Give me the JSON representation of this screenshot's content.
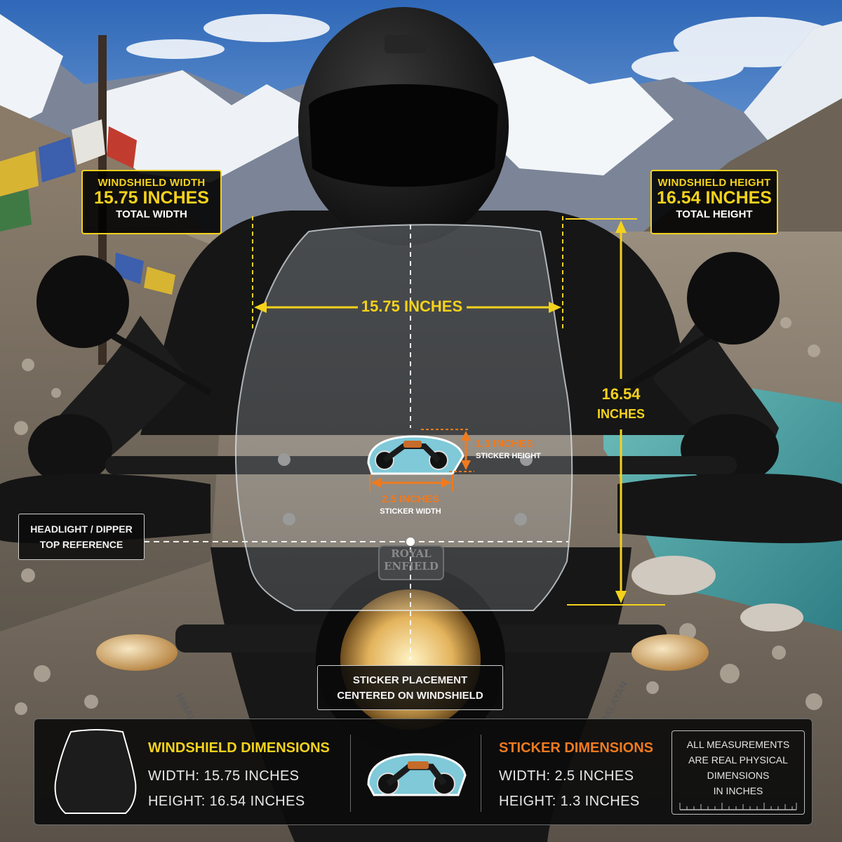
{
  "colors": {
    "accent_yellow": "#f4d21c",
    "accent_orange": "#f07a1e",
    "panel_bg": "#0c0c0c",
    "sky": "#3f79c2",
    "river": "#4a9fa3"
  },
  "windshield_width_label": {
    "line1": "WINDSHIELD WIDTH",
    "line2": "15.75 INCHES",
    "line3": "TOTAL WIDTH"
  },
  "windshield_height_label": {
    "line1": "WINDSHIELD HEIGHT",
    "line2": "16.54 INCHES",
    "line3": "TOTAL HEIGHT"
  },
  "width_dimension_text": "15.75 INCHES",
  "height_dimension_text": {
    "line1": "16.54",
    "line2": "INCHES"
  },
  "sticker_height_annotation": {
    "value": "1.3 INCHES",
    "caption": "STICKER HEIGHT"
  },
  "sticker_width_annotation": {
    "value": "2.5 INCHES",
    "caption": "STICKER WIDTH"
  },
  "headlight_reference": {
    "line1": "HEADLIGHT / DIPPER",
    "line2": "TOP REFERENCE"
  },
  "placement_note": {
    "line1": "STICKER PLACEMENT",
    "line2": "CENTERED ON WINDSHIELD"
  },
  "badge_text": {
    "line1": "ROYAL",
    "line2": "ENFIELD"
  },
  "fork_text": "HIMALAYAN",
  "bottom_panel": {
    "windshield_heading": "WINDSHIELD DIMENSIONS",
    "windshield_width": "WIDTH: 15.75 INCHES",
    "windshield_height": "HEIGHT: 16.54 INCHES",
    "sticker_heading": "STICKER DIMENSIONS",
    "sticker_width": "WIDTH: 2.5 INCHES",
    "sticker_height": "HEIGHT: 1.3 INCHES",
    "note_lines": [
      "ALL MEASUREMENTS",
      "ARE REAL PHYSICAL",
      "DIMENSIONS",
      "IN INCHES"
    ]
  },
  "icons": [
    "motorcycle-sticker-icon",
    "windshield-outline-icon",
    "ruler-icon"
  ]
}
